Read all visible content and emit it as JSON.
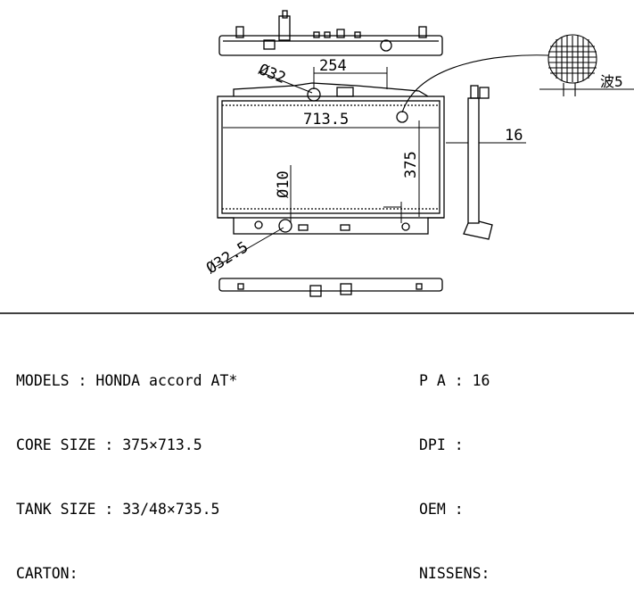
{
  "diagram": {
    "dim_core_width": "713.5",
    "dim_core_height": "375",
    "dim_filler_spacing": "254",
    "dim_filler_diameter": "Ø32",
    "dim_bottom_pipe": "Ø32.5",
    "dim_drain": "Ø10",
    "dim_thickness": "16",
    "fin_label": "波5"
  },
  "specs": {
    "models_label": "MODELS : ",
    "models_value": "HONDA accord AT*",
    "core_label": "CORE SIZE : ",
    "core_value": "375×713.5",
    "tank_label": "TANK SIZE : ",
    "tank_value": "33/48×735.5",
    "carton_label": "CARTON:",
    "carton_value": "",
    "pa_label": "P A : ",
    "pa_value": "16",
    "dpi_label": "DPI : ",
    "dpi_value": "",
    "oem_label": "OEM : ",
    "oem_value": "",
    "nissens_label": "NISSENS:",
    "nissens_value": ""
  },
  "colors": {
    "ink": "#000000",
    "background": "#ffffff"
  }
}
